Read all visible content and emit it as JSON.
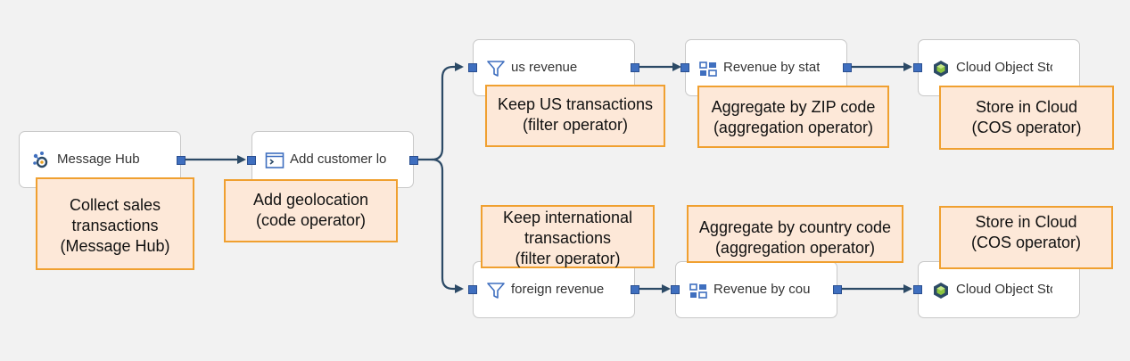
{
  "nodes": {
    "message_hub": {
      "label": "Message Hub",
      "icon": "message-hub-icon"
    },
    "add_customer": {
      "label": "Add customer lo",
      "icon": "code-icon"
    },
    "us_revenue": {
      "label": "us revenue",
      "icon": "filter-icon"
    },
    "revenue_state": {
      "label": "Revenue by stat",
      "icon": "aggregation-icon"
    },
    "cos_top": {
      "label": "Cloud Object Sto",
      "icon": "cloud-object-storage-icon"
    },
    "foreign_revenue": {
      "label": "foreign revenue",
      "icon": "filter-icon"
    },
    "revenue_country": {
      "label": "Revenue by cou",
      "icon": "aggregation-icon"
    },
    "cos_bottom": {
      "label": "Cloud Object Sto",
      "icon": "cloud-object-storage-icon"
    }
  },
  "notes": {
    "collect": [
      "Collect sales",
      "transactions",
      "(Message Hub)"
    ],
    "geo": [
      "Add geolocation",
      "(code operator)"
    ],
    "keep_us": [
      "Keep US transactions",
      "(filter operator)"
    ],
    "agg_zip": [
      "Aggregate by ZIP code",
      "(aggregation operator)"
    ],
    "store_top": [
      "Store in Cloud",
      "(COS operator)"
    ],
    "keep_intl": [
      "Keep international",
      "transactions",
      "(filter operator)"
    ],
    "agg_country": [
      "Aggregate by country code",
      "(aggregation operator)"
    ],
    "store_bottom": [
      "Store in Cloud",
      "(COS operator)"
    ]
  },
  "colors": {
    "canvas": "#f2f2f2",
    "edge": "#2c4a66",
    "port": "#3f6fbf",
    "note_fill": "#fde8d8",
    "note_border": "#f0a030"
  }
}
